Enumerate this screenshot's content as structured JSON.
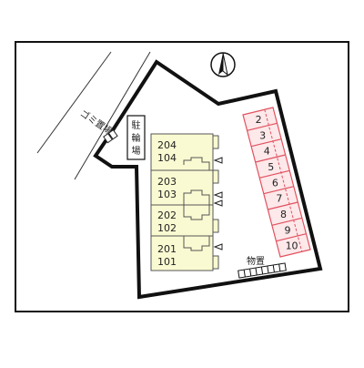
{
  "compass": {
    "icon": "north-arrow-icon"
  },
  "labels": {
    "garbage": "ゴミ置場",
    "bicycle_parking": [
      "駐",
      "輪",
      "場"
    ],
    "storage": "物置"
  },
  "units": [
    {
      "upper": "204",
      "lower": "104"
    },
    {
      "upper": "203",
      "lower": "103"
    },
    {
      "upper": "202",
      "lower": "102"
    },
    {
      "upper": "201",
      "lower": "101"
    }
  ],
  "parking_numbers": [
    "2",
    "3",
    "4",
    "5",
    "6",
    "7",
    "8",
    "9",
    "10"
  ],
  "colors": {
    "building_fill": "#fafad2",
    "parking_line": "#e0525f",
    "parking_fill": "#fde8ea",
    "outline": "#111111"
  }
}
